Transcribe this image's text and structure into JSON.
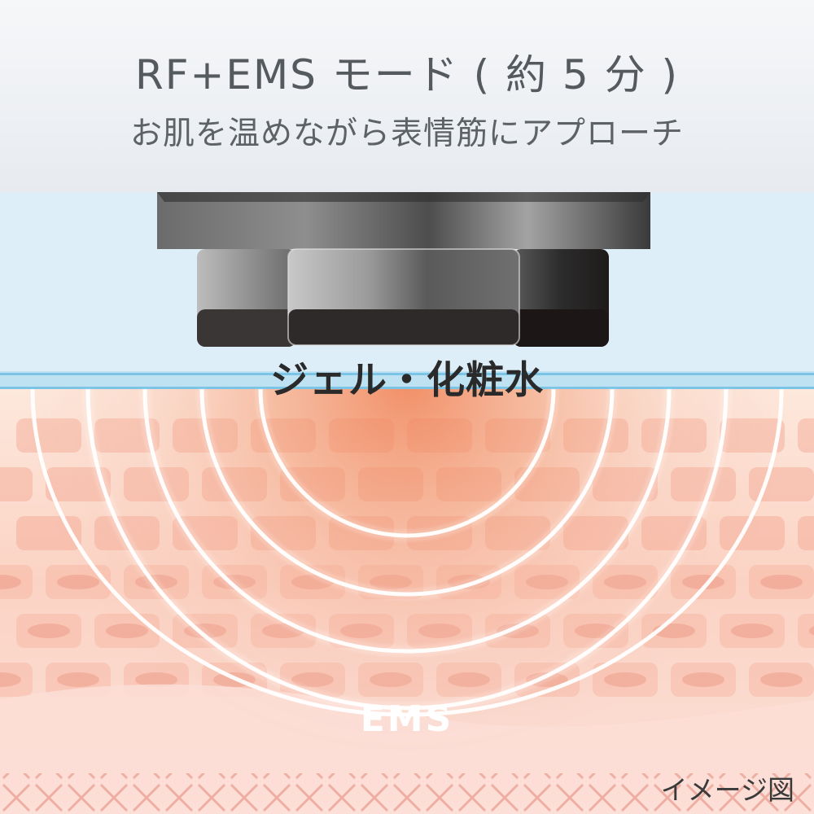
{
  "header": {
    "title": "RF+EMS モード ( 約 5 分 )",
    "subtitle": "お肌を温めながら表情筋にアプローチ"
  },
  "labels": {
    "gel": "ジェル・化粧水",
    "ems": "EMS",
    "image_note": "イメージ図"
  },
  "colors": {
    "header_bg": "#eef1f5",
    "gel_layer": "#dcecf6",
    "gel_line": "#7cc4e6",
    "skin_light": "#fbe3da",
    "skin_warm": "#ef9a78",
    "cell": "#f4a08a",
    "cross_pattern": "#f0b4a8",
    "device_metal": "#6d6d6d",
    "wave": "#ffffff"
  },
  "icons": {
    "device": "rf-ems-device-head-icon",
    "waves": "ems-wave-rings-icon"
  }
}
